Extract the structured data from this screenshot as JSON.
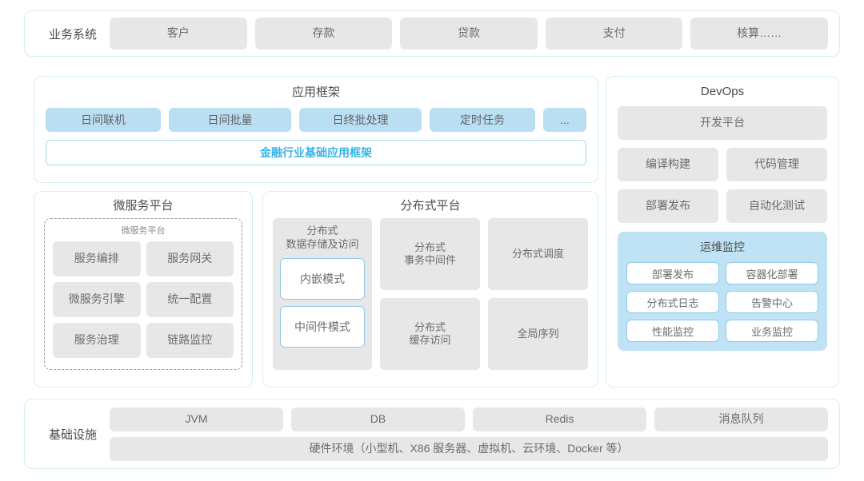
{
  "business_row": {
    "label": "业务系统",
    "items": [
      "客户",
      "存款",
      "贷款",
      "支付",
      "核算……"
    ]
  },
  "app_framework": {
    "title": "应用框架",
    "tiles": [
      "日间联机",
      "日间批量",
      "日终批处理",
      "定时任务",
      "..."
    ],
    "base_framework": "金融行业基础应用框架"
  },
  "microservice": {
    "title": "微服务平台",
    "inner_title": "微服务平台",
    "tiles": [
      "服务编排",
      "服务网关",
      "微服务引擎",
      "统一配置",
      "服务治理",
      "链路监控"
    ]
  },
  "distributed": {
    "title": "分布式平台",
    "storage_title": "分布式\n数据存储及访问",
    "storage_modes": [
      "内嵌模式",
      "中间件模式"
    ],
    "tiles": [
      "分布式\n事务中间件",
      "分布式调度",
      "分布式\n缓存访问",
      "全局序列"
    ]
  },
  "devops": {
    "title": "DevOps",
    "platform": "开发平台",
    "tiles": [
      "编译构建",
      "代码管理",
      "部署发布",
      "自动化测试"
    ],
    "ops_monitor": {
      "title": "运维监控",
      "tiles": [
        "部署发布",
        "容器化部署",
        "分布式日志",
        "告警中心",
        "性能监控",
        "业务监控"
      ]
    }
  },
  "infrastructure": {
    "label": "基础设施",
    "items": [
      "JVM",
      "DB",
      "Redis",
      "消息队列"
    ],
    "hardware": "硬件环境（小型机、X86 服务器、虚拟机、云环境、Docker 等）"
  },
  "colors": {
    "panel_border": "#d8edf5",
    "tile_gray": "#e7e7e7",
    "tile_blue": "#bbdff2",
    "accent_cyan": "#3bb4e5",
    "ops_panel_blue": "#bfe3f5"
  }
}
